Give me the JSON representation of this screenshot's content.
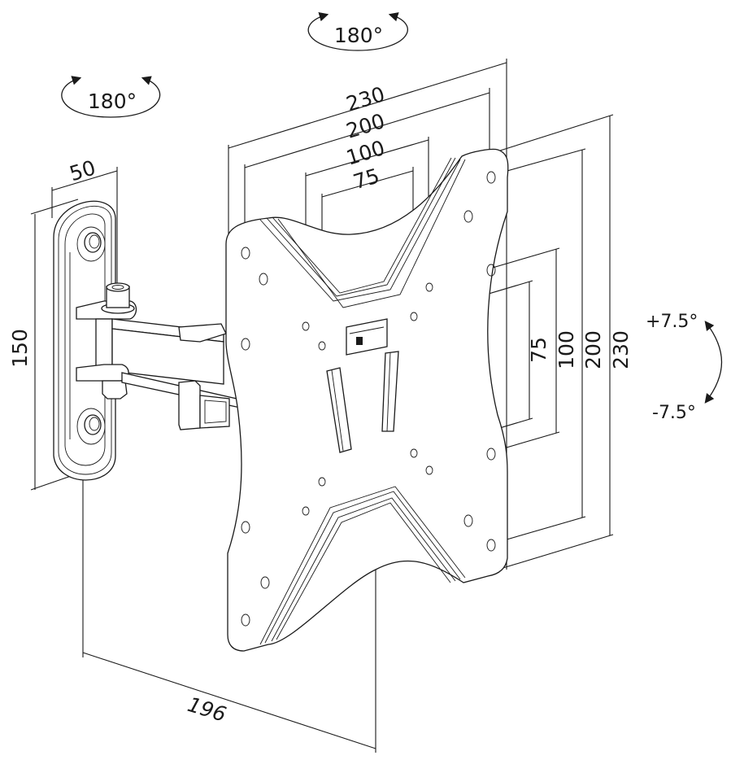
{
  "diagram": {
    "subject": "TV wall mount bracket (tilt & swivel)",
    "colors": {
      "line": "#1a1a1a",
      "background": "#ffffff"
    },
    "rotations": {
      "plate_swivel": {
        "label": "180°",
        "value_deg": 180
      },
      "arm_swivel": {
        "label": "180°",
        "value_deg": 180
      }
    },
    "tilt": {
      "plus_label": "+7.5°",
      "minus_label": "-7.5°",
      "range_deg": [
        -7.5,
        7.5
      ]
    },
    "dimensions": {
      "horizontal": [
        {
          "label": "230",
          "value_mm": 230
        },
        {
          "label": "200",
          "value_mm": 200
        },
        {
          "label": "100",
          "value_mm": 100
        },
        {
          "label": "75",
          "value_mm": 75
        }
      ],
      "vertical": [
        {
          "label": "75",
          "value_mm": 75
        },
        {
          "label": "100",
          "value_mm": 100
        },
        {
          "label": "200",
          "value_mm": 200
        },
        {
          "label": "230",
          "value_mm": 230
        }
      ],
      "wall_plate_width": {
        "label": "50",
        "value_mm": 50
      },
      "wall_plate_height": {
        "label": "150",
        "value_mm": 150
      },
      "depth": {
        "label": "196",
        "value_mm": 196
      }
    }
  }
}
